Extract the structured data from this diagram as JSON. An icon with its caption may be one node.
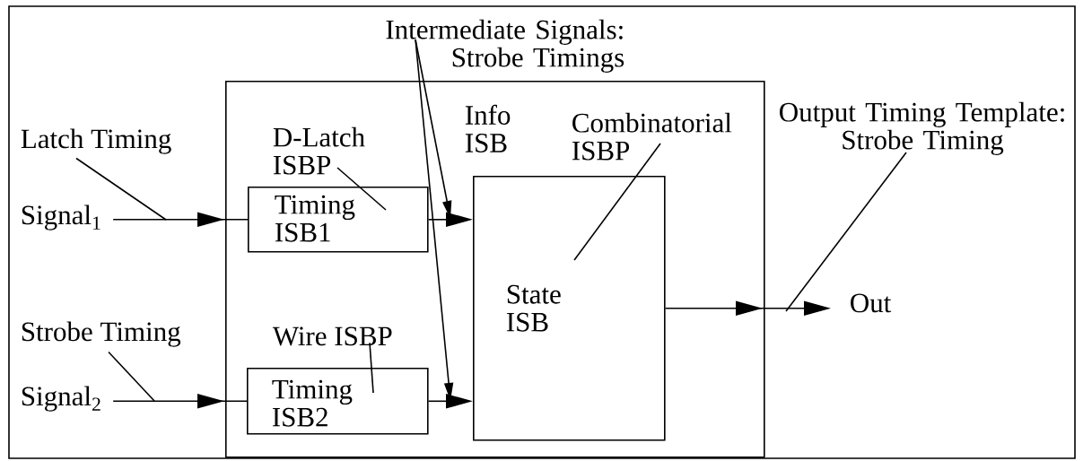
{
  "diagram": {
    "nodes": [
      {
        "text": [
          "Info ISB"
        ]
      },
      {
        "text": [
          "Timing ISB1"
        ],
        "in": 0
      },
      {
        "text": [
          "Timing ISB2"
        ],
        "in": 0
      },
      {
        "text": [
          "State ISB"
        ],
        "in": 0
      },
      {
        "text": [
          "Signal$_{1}$"
        ]
      },
      {
        "text": [
          "Signal$_{2}$"
        ]
      },
      {
        "text": [
          "Out"
        ]
      },
      {
        "text": [
          "Latch Timing"
        ]
      },
      {
        "text": [
          "Strobe Timing"
        ]
      },
      {
        "text": [
          "D-Latch ISBP"
        ],
        "in": 0
      },
      {
        "text": [
          "Wire ISBP"
        ],
        "in": 0
      },
      {
        "text": [
          "Combinatorial ISBP"
        ],
        "in": 0
      },
      {
        "text": [
          "Intermediate Signals: Strobe Timings"
        ]
      },
      {
        "text": [
          "Output Timing Template: Strobe Timing"
        ]
      }
    ],
    "edges": [
      {
        "from": 4,
        "to": 1,
        "arrow": "to"
      },
      {
        "from": 5,
        "to": 2,
        "arrow": "to"
      },
      {
        "from": 1,
        "to": 3,
        "arrow": "to"
      },
      {
        "from": 2,
        "to": 3,
        "arrow": "to"
      },
      {
        "from": 3,
        "to": 6,
        "arrow": "to"
      },
      {
        "from": 7,
        "to": null,
        "arrow": "none"
      },
      {
        "from": 8,
        "to": null,
        "arrow": "none"
      },
      {
        "from": 9,
        "to": 1,
        "arrow": "none"
      },
      {
        "from": 10,
        "to": 2,
        "arrow": "none"
      },
      {
        "from": 11,
        "to": 3,
        "arrow": "none"
      },
      {
        "from": 12,
        "to": null,
        "arrow": "to"
      },
      {
        "from": 12,
        "to": null,
        "arrow": "to"
      },
      {
        "from": 13,
        "to": null,
        "arrow": "none"
      }
    ]
  }
}
